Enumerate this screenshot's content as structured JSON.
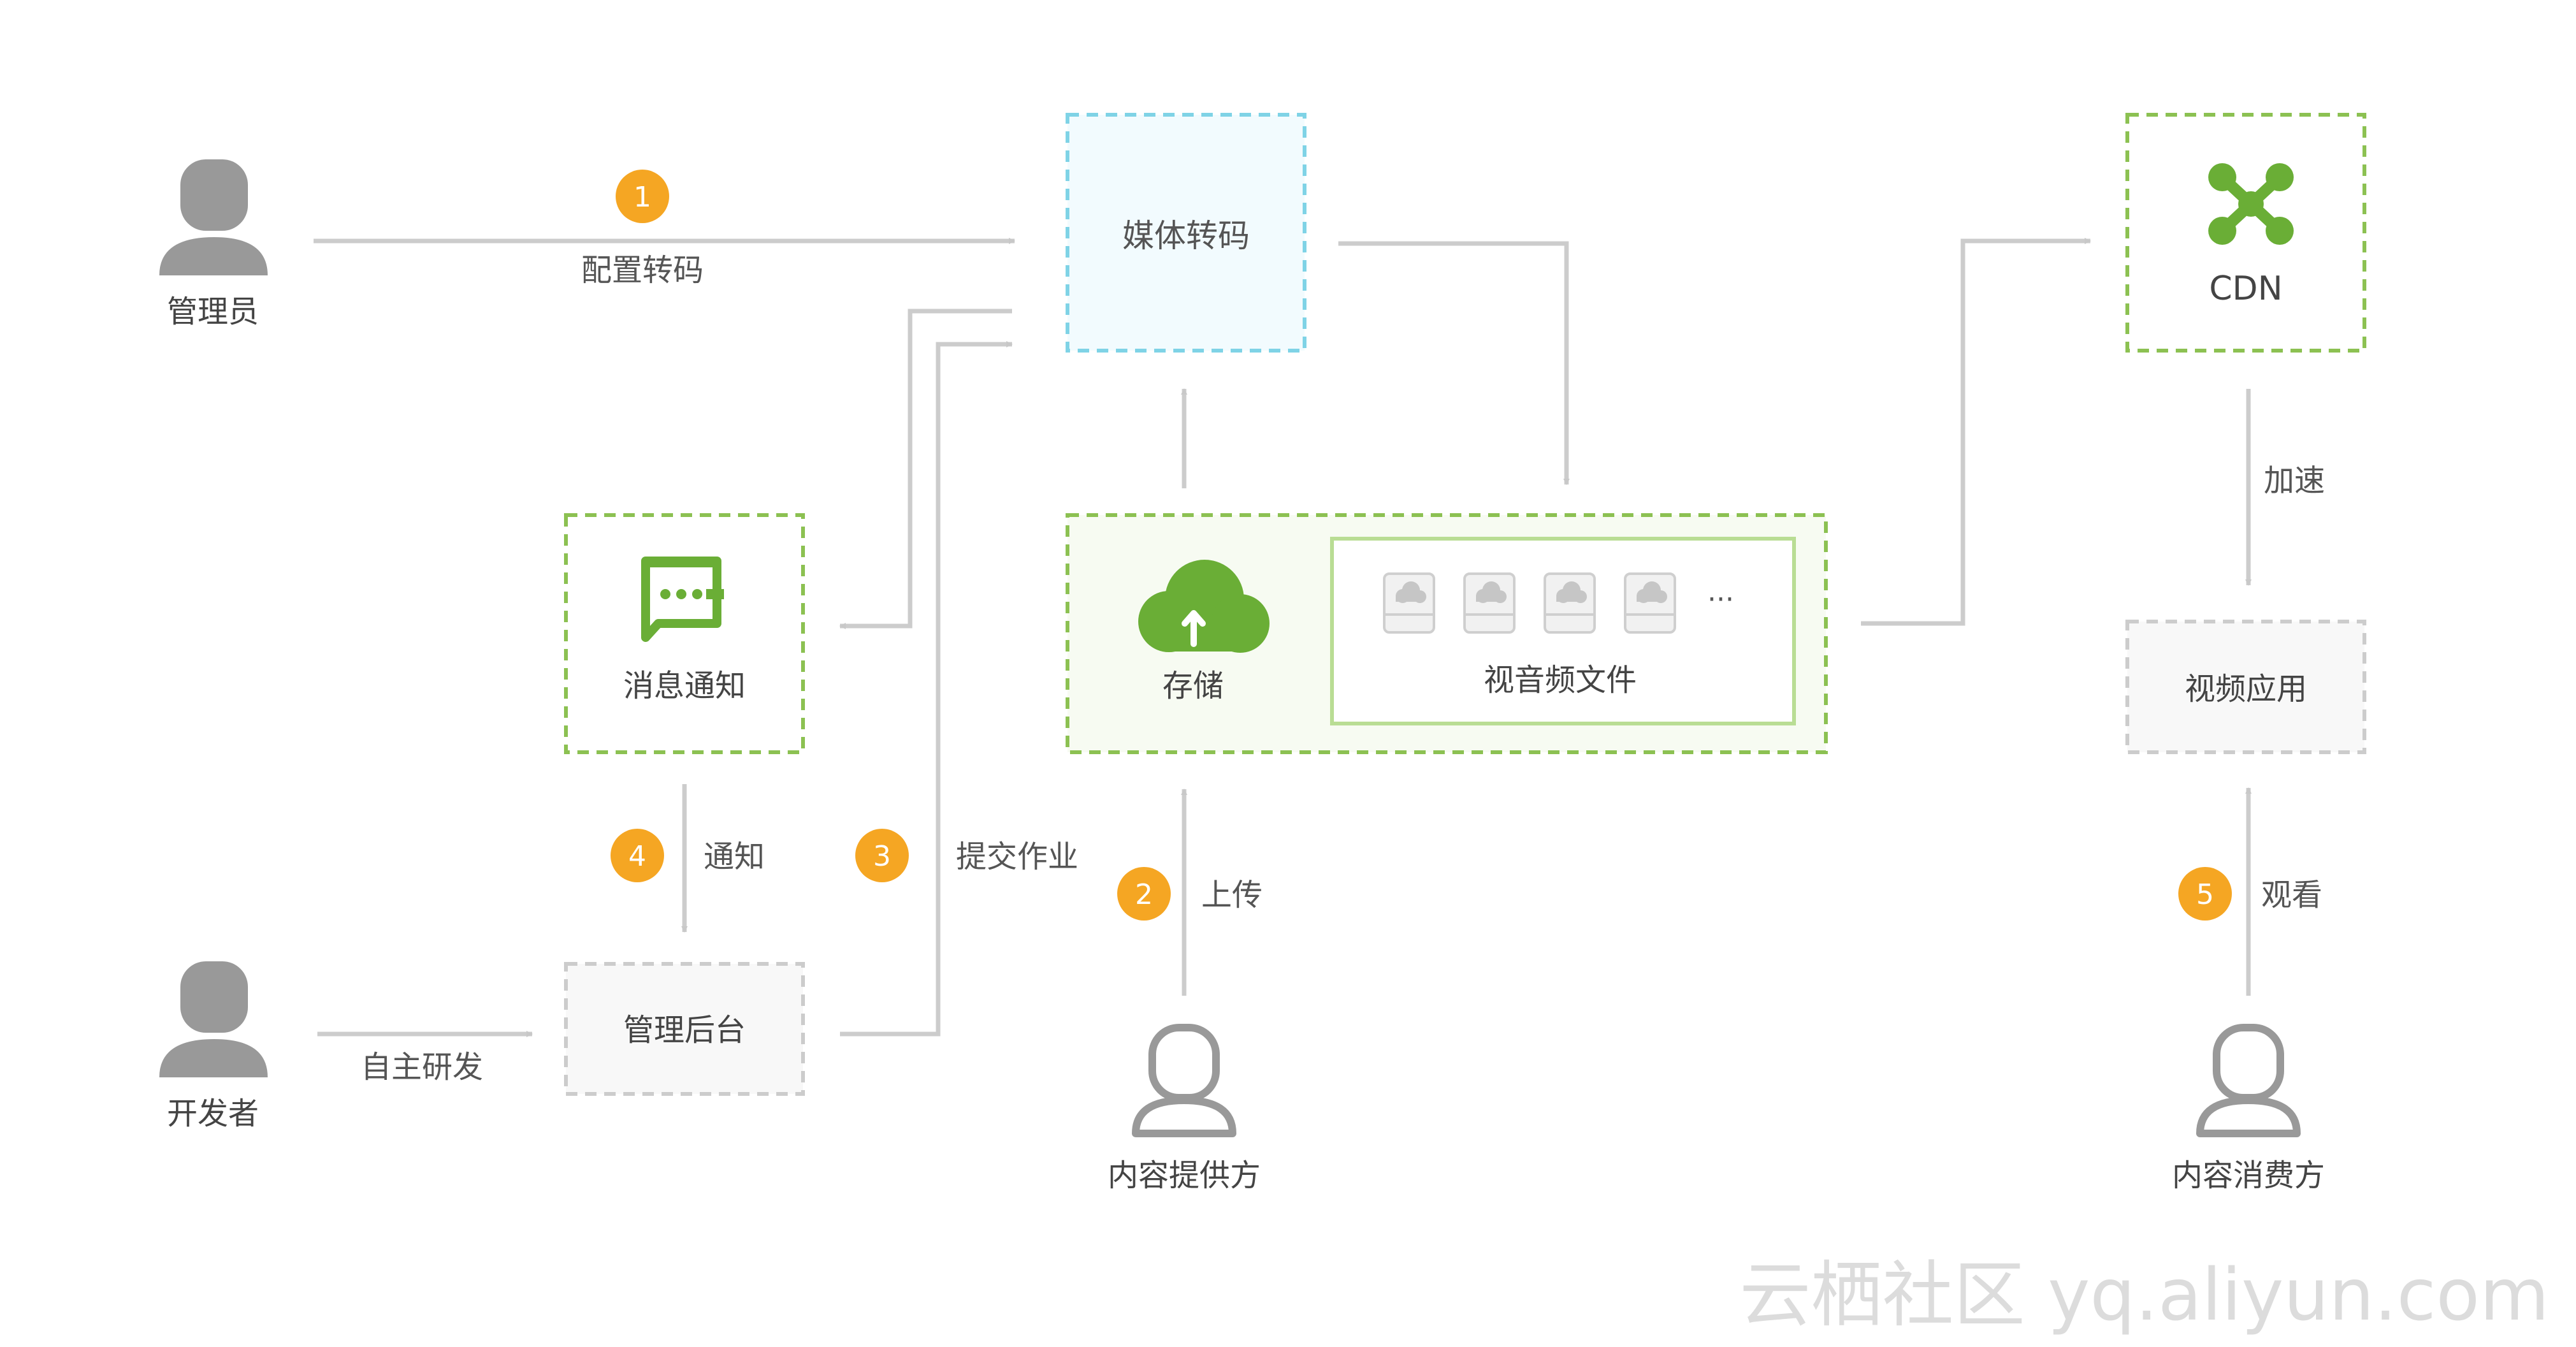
{
  "nodes": {
    "admin": {
      "label": "管理员"
    },
    "developer": {
      "label": "开发者"
    },
    "content_provider": {
      "label": "内容提供方"
    },
    "content_consumer": {
      "label": "内容消费方"
    },
    "media_transcode": {
      "label": "媒体转码"
    },
    "message_notify": {
      "label": "消息通知"
    },
    "admin_console": {
      "label": "管理后台"
    },
    "storage": {
      "label": "存储"
    },
    "video_files": {
      "label": "视音频文件",
      "more": "···"
    },
    "cdn": {
      "label": "CDN"
    },
    "video_app": {
      "label": "视频应用"
    }
  },
  "edges": {
    "configure": {
      "step": "1",
      "label": "配置转码"
    },
    "upload": {
      "step": "2",
      "label": "上传"
    },
    "submit_job": {
      "step": "3",
      "label": "提交作业"
    },
    "notify": {
      "step": "4",
      "label": "通知"
    },
    "watch": {
      "step": "5",
      "label": "观看"
    },
    "accelerate": {
      "label": "加速"
    },
    "self_develop": {
      "label": "自主研发"
    }
  },
  "watermark": "云栖社区 yq.aliyun.com",
  "colors": {
    "green_border": "#8cc152",
    "green_icon": "#6aae36",
    "blue_border": "#7fd3e6",
    "blue_fill": "#f2fbfe",
    "gray_border": "#cccccc",
    "gray_fill": "#f8f8f8",
    "badge": "#f5a623",
    "arrow": "#cccccc",
    "person": "#999999"
  }
}
